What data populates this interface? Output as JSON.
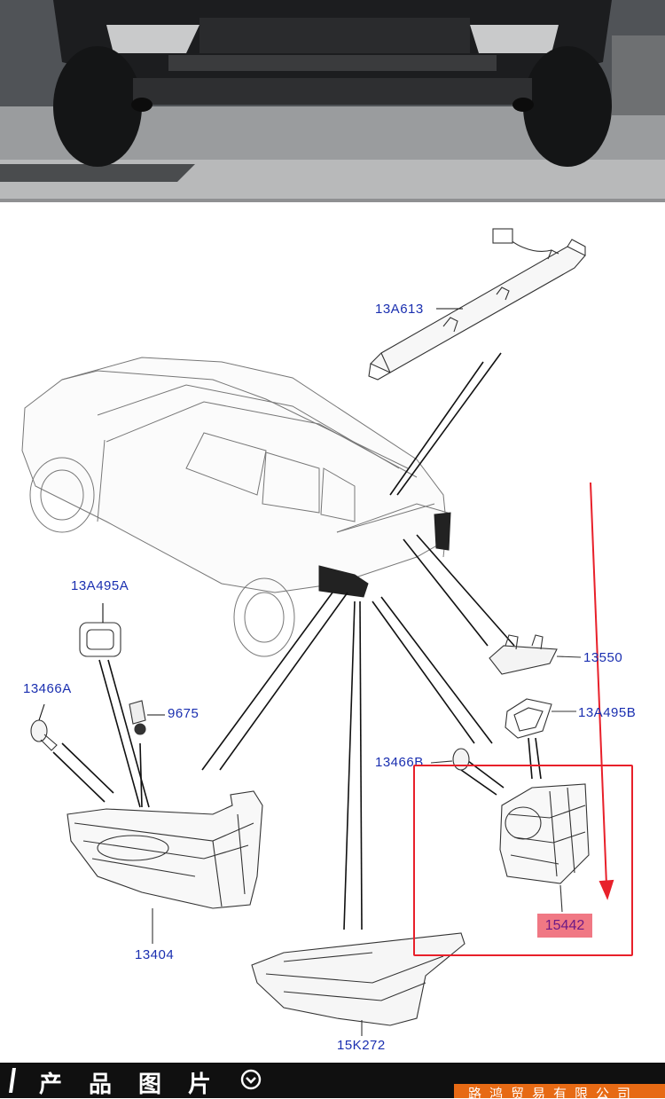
{
  "diagram": {
    "part_labels": {
      "high_stop_lamp": "13A613",
      "gasket_left": "13A495A",
      "bulb_left": "13466A",
      "bulb_socket": "9675",
      "plate_lamp": "13550",
      "gasket_right": "13A495B",
      "bulb_right": "13466B",
      "tail_lamp_left": "13404",
      "tail_lamp_right": "15442",
      "reflector_lamp": "15K272"
    },
    "highlight_color": "#e8202a"
  },
  "footer": {
    "title": "产品图片",
    "company": "路鸿贸易有限公司"
  }
}
